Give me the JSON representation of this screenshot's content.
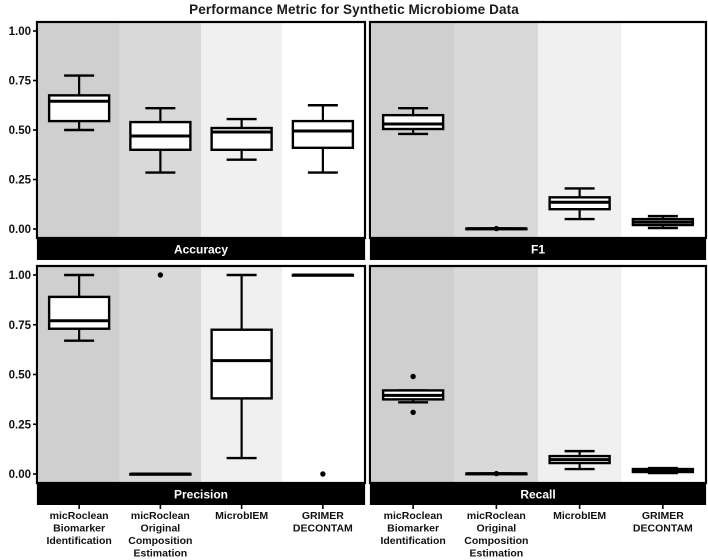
{
  "title": "Performance Metric for Synthetic Microbiome Data",
  "chart_data": {
    "type": "boxplot",
    "facet_layout": "2x2",
    "y_axis": {
      "range": [
        0,
        1
      ],
      "ticks": [
        1.0,
        0.75,
        0.5,
        0.25,
        0.0
      ],
      "tick_labels": [
        "1.00",
        "0.75",
        "0.50",
        "0.25",
        "0.00"
      ]
    },
    "band_colors": [
      "#cfcfcf",
      "#d9d9d9",
      "#f0f0f0",
      "#ffffff"
    ],
    "strip_bg": "#000000",
    "strip_text_color": "#ffffff",
    "box_fill": "#ffffff",
    "box_stroke": "#000000",
    "categories": [
      {
        "name": "micRoclean Biomarker Identification",
        "lines": [
          "micRoclean",
          "Biomarker",
          "Identification"
        ]
      },
      {
        "name": "micRoclean Original Composition Estimation",
        "lines": [
          "micRoclean",
          "Original",
          "Composition",
          "Estimation"
        ]
      },
      {
        "name": "MicrobIEM",
        "lines": [
          "MicrobIEM"
        ]
      },
      {
        "name": "GRIMER DECONTAM",
        "lines": [
          "GRIMER",
          "DECONTAM"
        ]
      }
    ],
    "facets": [
      {
        "label": "Accuracy",
        "row": 0,
        "col": 0,
        "boxes": [
          {
            "whisker_low": 0.5,
            "q1": 0.545,
            "median": 0.645,
            "q3": 0.675,
            "whisker_high": 0.775,
            "outliers": []
          },
          {
            "whisker_low": 0.285,
            "q1": 0.4,
            "median": 0.47,
            "q3": 0.54,
            "whisker_high": 0.61,
            "outliers": []
          },
          {
            "whisker_low": 0.35,
            "q1": 0.4,
            "median": 0.49,
            "q3": 0.51,
            "whisker_high": 0.555,
            "outliers": []
          },
          {
            "whisker_low": 0.285,
            "q1": 0.41,
            "median": 0.495,
            "q3": 0.545,
            "whisker_high": 0.625,
            "outliers": []
          }
        ]
      },
      {
        "label": "F1",
        "row": 0,
        "col": 1,
        "boxes": [
          {
            "whisker_low": 0.48,
            "q1": 0.505,
            "median": 0.53,
            "q3": 0.575,
            "whisker_high": 0.61,
            "outliers": []
          },
          {
            "whisker_low": 0.002,
            "q1": 0.002,
            "median": 0.002,
            "q3": 0.002,
            "whisker_high": 0.002,
            "outliers": [
              0.002
            ]
          },
          {
            "whisker_low": 0.05,
            "q1": 0.1,
            "median": 0.135,
            "q3": 0.16,
            "whisker_high": 0.205,
            "outliers": []
          },
          {
            "whisker_low": 0.005,
            "q1": 0.02,
            "median": 0.035,
            "q3": 0.05,
            "whisker_high": 0.065,
            "outliers": []
          }
        ]
      },
      {
        "label": "Precision",
        "row": 1,
        "col": 0,
        "boxes": [
          {
            "whisker_low": 0.67,
            "q1": 0.73,
            "median": 0.77,
            "q3": 0.89,
            "whisker_high": 1.0,
            "outliers": []
          },
          {
            "whisker_low": 0.0,
            "q1": 0.0,
            "median": 0.0,
            "q3": 0.0,
            "whisker_high": 0.0,
            "outliers": [
              1.0
            ]
          },
          {
            "whisker_low": 0.08,
            "q1": 0.38,
            "median": 0.57,
            "q3": 0.725,
            "whisker_high": 1.0,
            "outliers": []
          },
          {
            "whisker_low": 1.0,
            "q1": 1.0,
            "median": 1.0,
            "q3": 1.0,
            "whisker_high": 1.0,
            "outliers": [
              0.0
            ]
          }
        ]
      },
      {
        "label": "Recall",
        "row": 1,
        "col": 1,
        "boxes": [
          {
            "whisker_low": 0.36,
            "q1": 0.375,
            "median": 0.395,
            "q3": 0.42,
            "whisker_high": 0.42,
            "outliers": [
              0.49,
              0.31
            ]
          },
          {
            "whisker_low": 0.002,
            "q1": 0.002,
            "median": 0.002,
            "q3": 0.002,
            "whisker_high": 0.002,
            "outliers": [
              0.002
            ]
          },
          {
            "whisker_low": 0.025,
            "q1": 0.055,
            "median": 0.0725,
            "q3": 0.09,
            "whisker_high": 0.115,
            "outliers": []
          },
          {
            "whisker_low": 0.005,
            "q1": 0.01,
            "median": 0.015,
            "q3": 0.025,
            "whisker_high": 0.03,
            "outliers": []
          }
        ]
      }
    ]
  }
}
